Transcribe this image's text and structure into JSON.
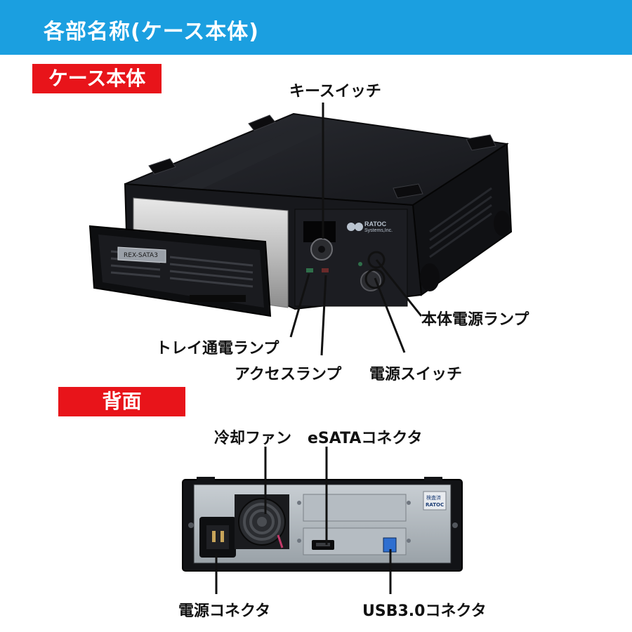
{
  "header": {
    "title": "各部名称(ケース本体)"
  },
  "colors": {
    "header_bg": "#1b9fe0",
    "section_bg": "#e8141a"
  },
  "sections": {
    "front": "ケース本体",
    "back": "背面"
  },
  "front_callouts": {
    "key_switch": "キースイッチ",
    "power_lamp": "本体電源ランプ",
    "tray_power_lamp": "トレイ通電ランプ",
    "access_lamp": "アクセスランプ",
    "power_switch": "電源スイッチ"
  },
  "back_callouts": {
    "cooling_fan": "冷却ファン",
    "esata_connector": "eSATAコネクタ",
    "power_connector": "電源コネクタ",
    "usb_connector": "USB3.0コネクタ"
  },
  "device_labels": {
    "tray_label": "REX-SATA3",
    "brand": "RATOC",
    "brand_sub": "Systems,Inc.",
    "rear_sticker_top": "検査済",
    "rear_sticker_bottom": "RATOC"
  },
  "icons": [
    "key-switch-icon",
    "power-switch-icon",
    "fan-icon",
    "usb-port-icon",
    "esata-port-icon",
    "ac-inlet-icon"
  ]
}
